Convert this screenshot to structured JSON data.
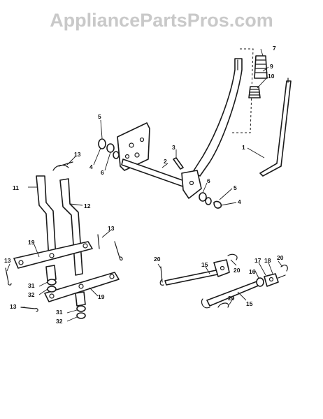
{
  "watermark": "AppliancePartsPros.com",
  "callouts": {
    "c1": "1",
    "c2": "2",
    "c3": "3",
    "c4a": "4",
    "c4b": "4",
    "c5a": "5",
    "c5b": "5",
    "c6a": "6",
    "c6b": "6",
    "c7": "7",
    "c9": "9",
    "c10": "10",
    "c11": "11",
    "c12": "12",
    "c13a": "13",
    "c13b": "13",
    "c13c": "13",
    "c13d": "13",
    "c15a": "15",
    "c15b": "15",
    "c16": "16",
    "c17": "17",
    "c18": "18",
    "c19a": "19",
    "c19b": "19",
    "c20a": "20",
    "c20b": "20",
    "c20c": "20",
    "c20d": "20",
    "c31a": "31",
    "c31b": "31",
    "c32a": "32",
    "c32b": "32"
  }
}
